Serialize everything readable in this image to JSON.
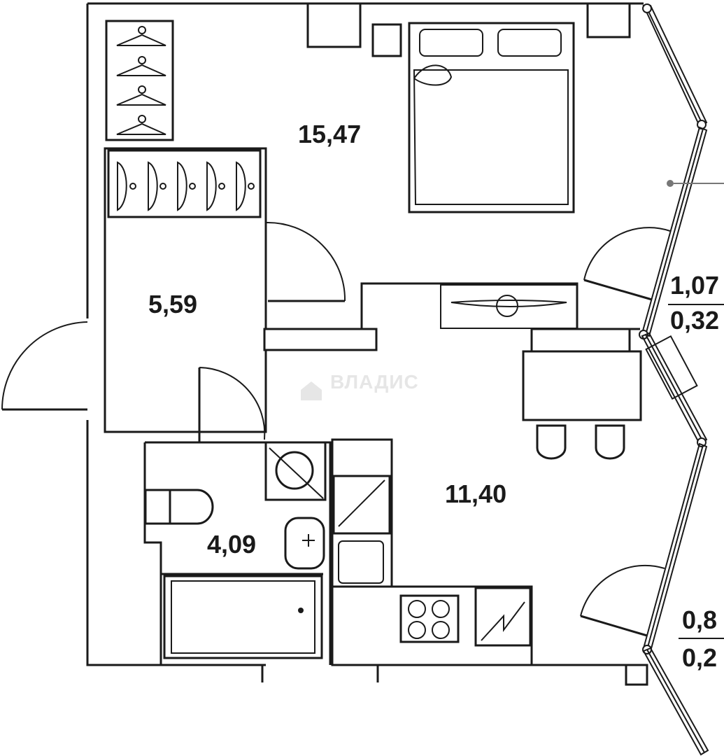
{
  "rooms": [
    {
      "id": "bedroom",
      "area": "15,47"
    },
    {
      "id": "hall",
      "area": "5,59"
    },
    {
      "id": "bathroom",
      "area": "4,09"
    },
    {
      "id": "kitchen-living",
      "area": "11,40"
    }
  ],
  "balconies": [
    {
      "id": "balcony-top",
      "area_line1": "1,07",
      "area_line2": "0,32"
    },
    {
      "id": "balcony-bottom",
      "area_line1": "0,8",
      "area_line2": "0,2"
    }
  ],
  "watermark": {
    "text": "ВЛАДИС"
  },
  "colors": {
    "line": "#1a1a1a",
    "background": "#ffffff",
    "watermark": "#e6e6e6"
  }
}
